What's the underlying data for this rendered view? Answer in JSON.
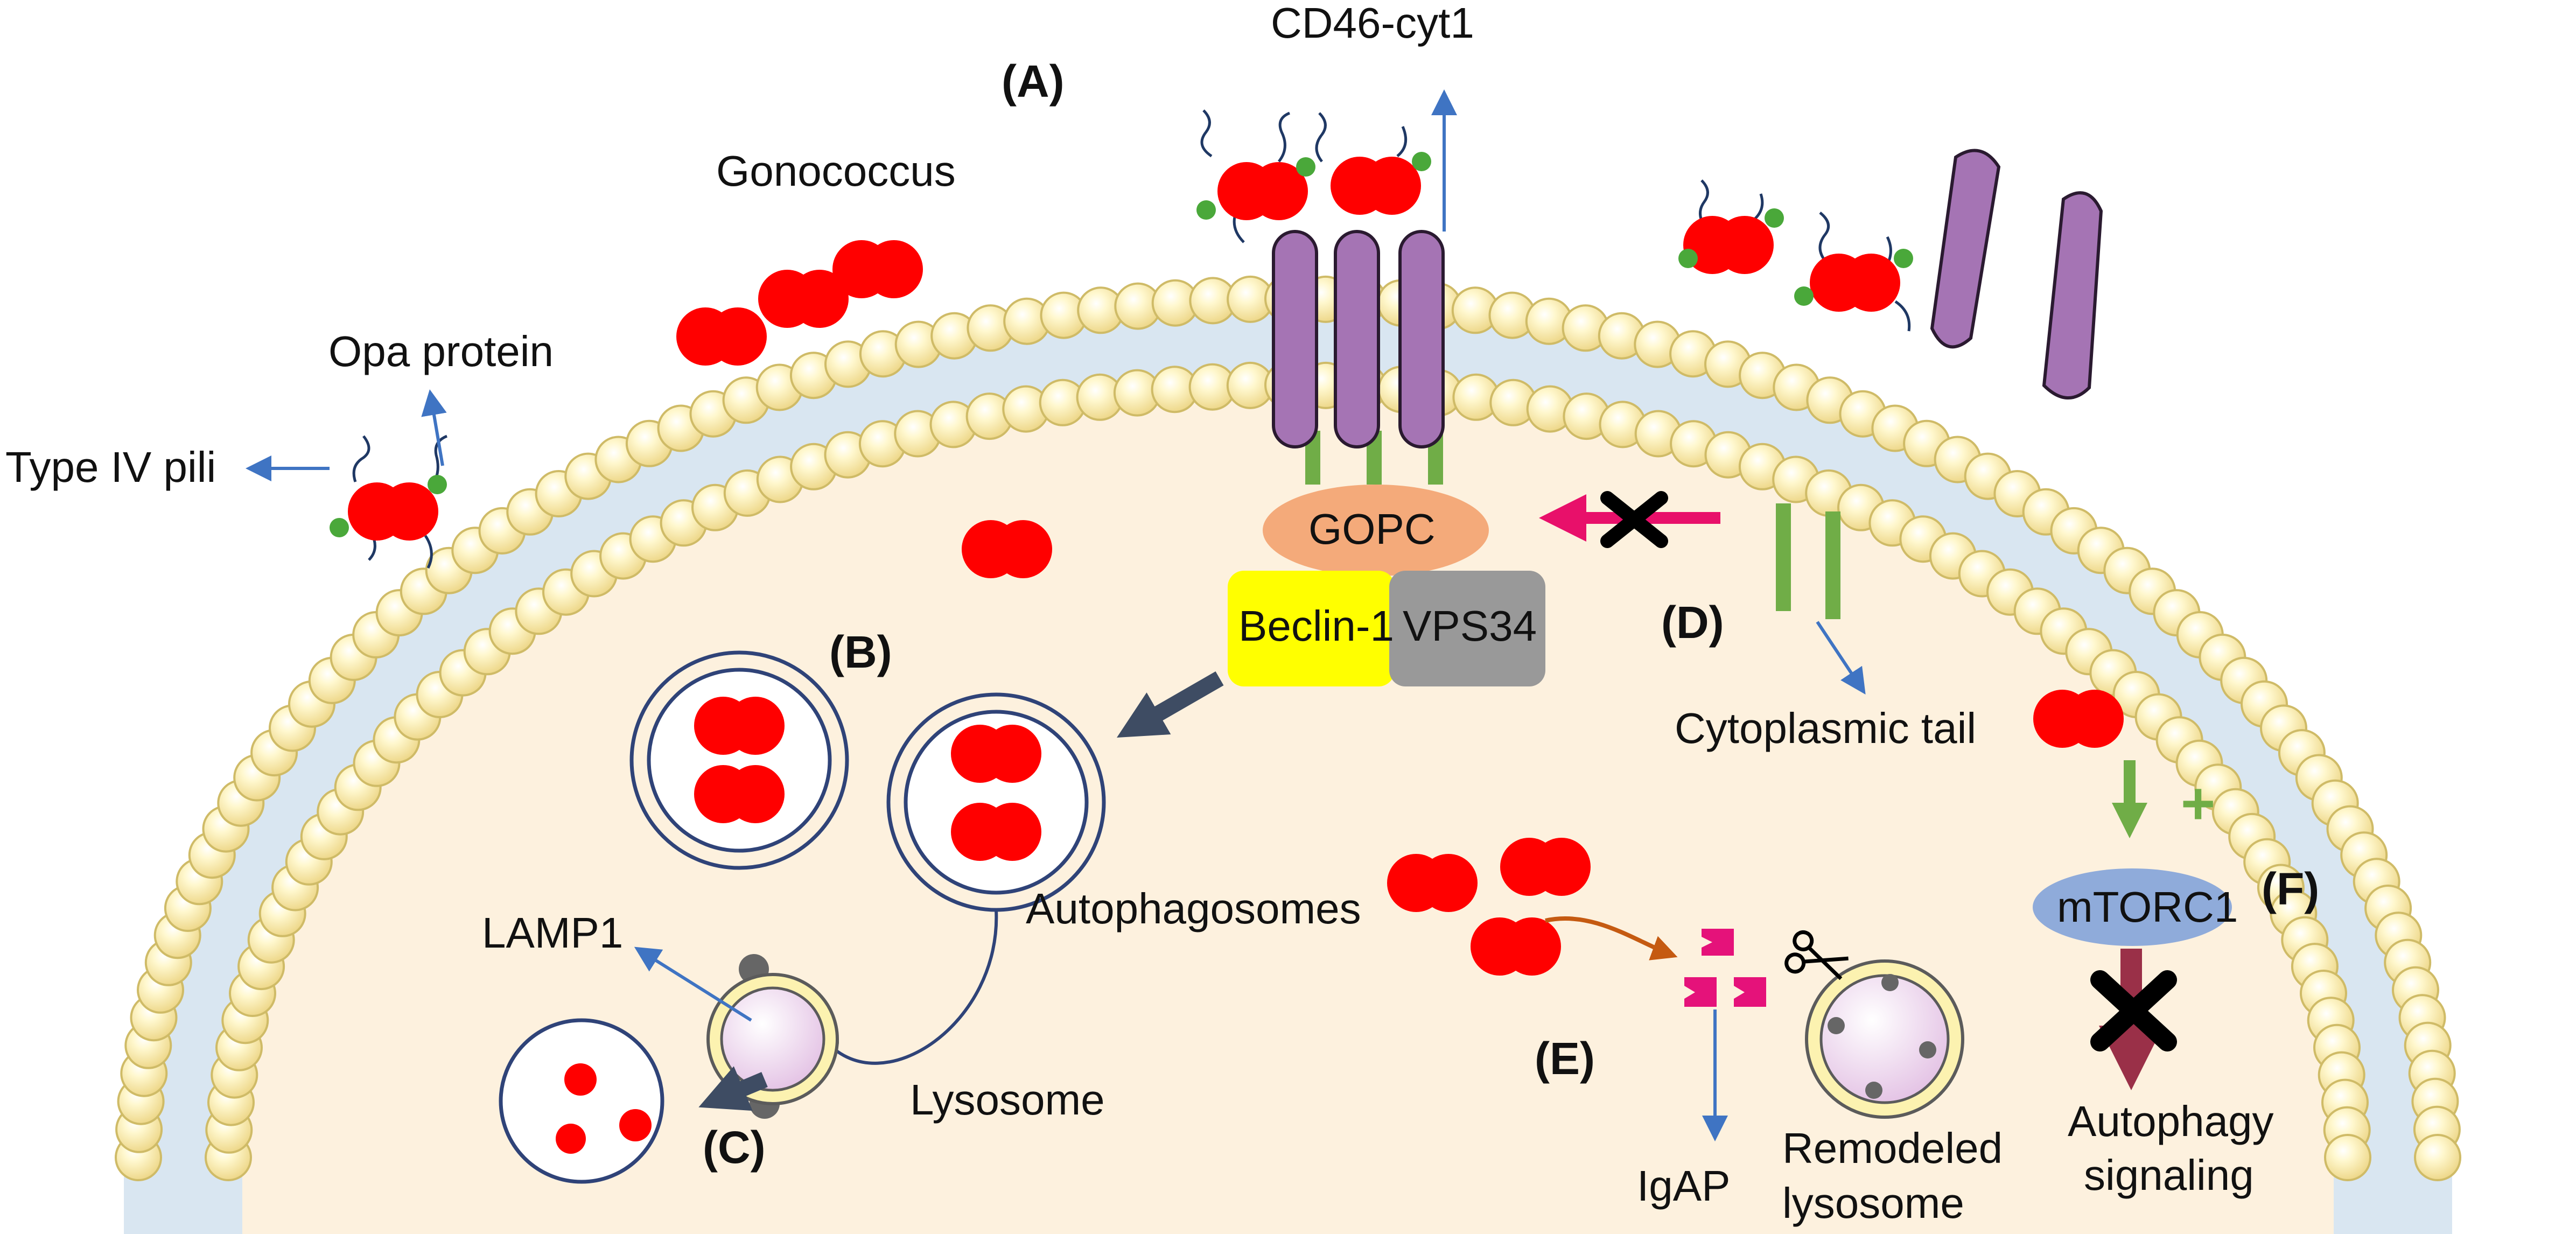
{
  "labels": {
    "cd46": "CD46-cyt1",
    "A": "(A)",
    "gonococcus": "Gonococcus",
    "opa": "Opa protein",
    "pili": "Type IV pili",
    "gopc": "GOPC",
    "beclin": "Beclin-1",
    "vps34": "VPS34",
    "B": "(B)",
    "D": "(D)",
    "cyto_tail": "Cytoplasmic tail",
    "autophagosomes": "Autophagosomes",
    "lamp1": "LAMP1",
    "lysosome": "Lysosome",
    "C": "(C)",
    "E": "(E)",
    "igap": "IgAP",
    "remodeled1": "Remodeled",
    "remodeled2": "lysosome",
    "mtorc1": "mTORC1",
    "F": "(F)",
    "plus": "+",
    "autophagy1": "Autophagy",
    "autophagy2": "signaling"
  },
  "colors": {
    "bacterium": "#ff0000",
    "membrane_head": "#fbeeaa",
    "membrane_band": "#d9e6f1",
    "cytoplasm": "#fdf1de",
    "receptor": "#a574b4",
    "gopc": "#f4aa7a",
    "beclin": "#ffff00",
    "vps34": "#999999",
    "mtorc1": "#8fabda",
    "arrow_blue": "#3f74c3",
    "arrow_dark": "#3e4c63",
    "arrow_pink": "#e8106a",
    "arrow_green": "#70ad47",
    "arrow_maroon": "#9a3048",
    "igap_magenta": "#e5127a"
  },
  "icons": [
    "scissors-icon",
    "block-x-icon"
  ]
}
